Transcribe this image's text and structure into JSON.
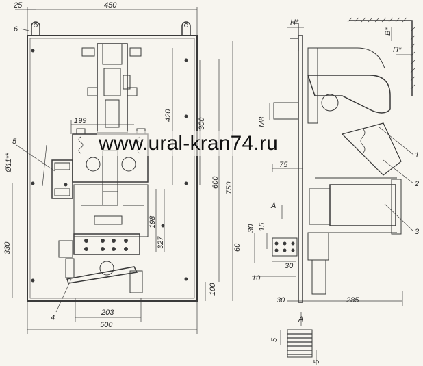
{
  "watermark": "www.ural-kran74.ru",
  "dimensions": {
    "d25": "25",
    "d450": "450",
    "d199": "199",
    "d420": "420",
    "d300": "300",
    "d600": "600",
    "d750": "750",
    "d198": "198",
    "d327": "327",
    "d330": "330",
    "d100": "100",
    "d203": "203",
    "d500": "500",
    "dia11": "Ø11**",
    "m8": "M8",
    "d75": "75",
    "d30a": "30",
    "d15": "15",
    "d60": "60",
    "d30b": "30",
    "d10": "10",
    "d30c": "30",
    "d285": "285",
    "d5a": "5",
    "d5b": "5",
    "h_star": "H*",
    "b_star": "B*",
    "p_star": "П*"
  },
  "callouts": {
    "c1": "1",
    "c2": "2",
    "c3": "3",
    "c4": "4",
    "c5": "5",
    "c6": "6"
  },
  "section_labels": {
    "a_top": "A",
    "a_bottom": "A"
  }
}
